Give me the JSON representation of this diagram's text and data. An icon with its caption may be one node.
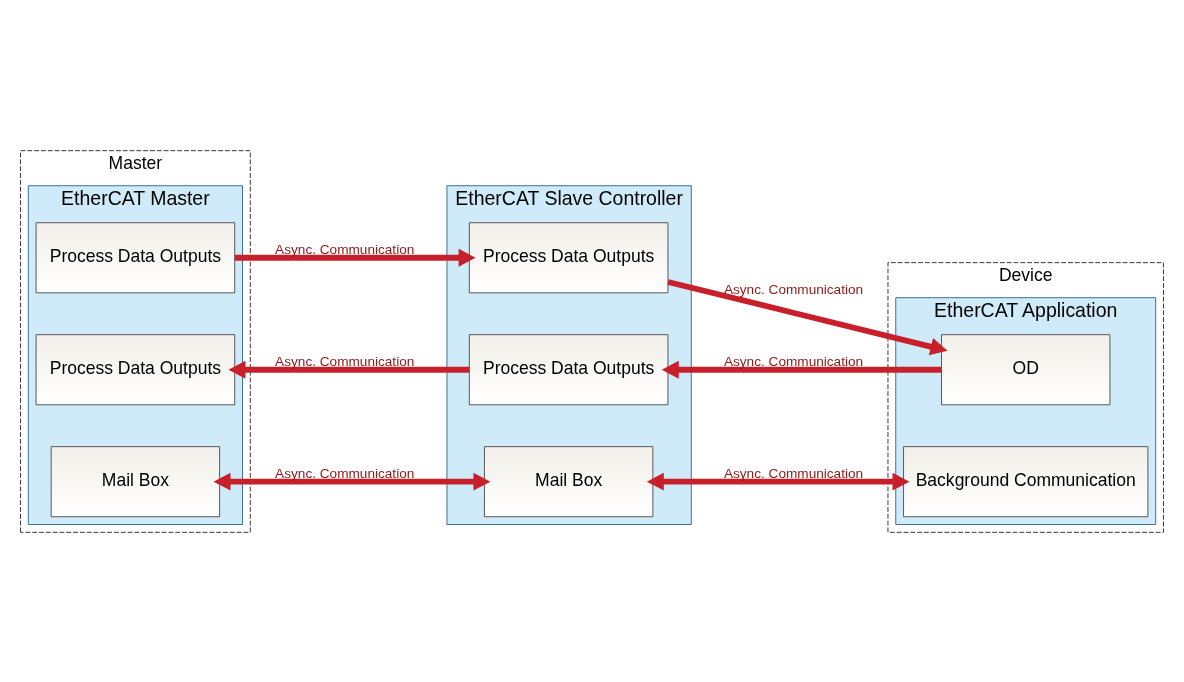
{
  "diagram": {
    "nodes": [
      {
        "text": [
          "Master"
        ]
      },
      {
        "text": [
          "EtherCAT Master"
        ],
        "in": 0
      },
      {
        "text": [
          "Process Data Outputs"
        ],
        "in": 1
      },
      {
        "text": [
          "Process Data Outputs"
        ],
        "in": 1
      },
      {
        "text": [
          "Mail Box"
        ],
        "in": 1
      },
      {
        "text": [
          "EtherCAT Slave Controller"
        ]
      },
      {
        "text": [
          "Process Data Outputs"
        ],
        "in": 5
      },
      {
        "text": [
          "Process Data Outputs"
        ],
        "in": 5
      },
      {
        "text": [
          "Mail Box"
        ],
        "in": 5
      },
      {
        "text": [
          "Device"
        ]
      },
      {
        "text": [
          "EtherCAT Application"
        ],
        "in": 9
      },
      {
        "text": [
          "OD"
        ],
        "in": 10
      },
      {
        "text": [
          "Background Communication"
        ],
        "in": 10
      }
    ],
    "edges": [
      {
        "from": 2,
        "to": 6,
        "arrow": "to",
        "label": "Async. Communication"
      },
      {
        "from": 6,
        "to": 11,
        "arrow": "to",
        "label": "Async. Communication"
      },
      {
        "from": 11,
        "to": 7,
        "arrow": "to",
        "label": "Async. Communication"
      },
      {
        "from": 7,
        "to": 3,
        "arrow": "to",
        "label": "Async. Communication"
      },
      {
        "from": 4,
        "to": 8,
        "arrow": "both",
        "label": "Async. Communication"
      },
      {
        "from": 8,
        "to": 12,
        "arrow": "both",
        "label": "Async. Communication"
      }
    ]
  }
}
